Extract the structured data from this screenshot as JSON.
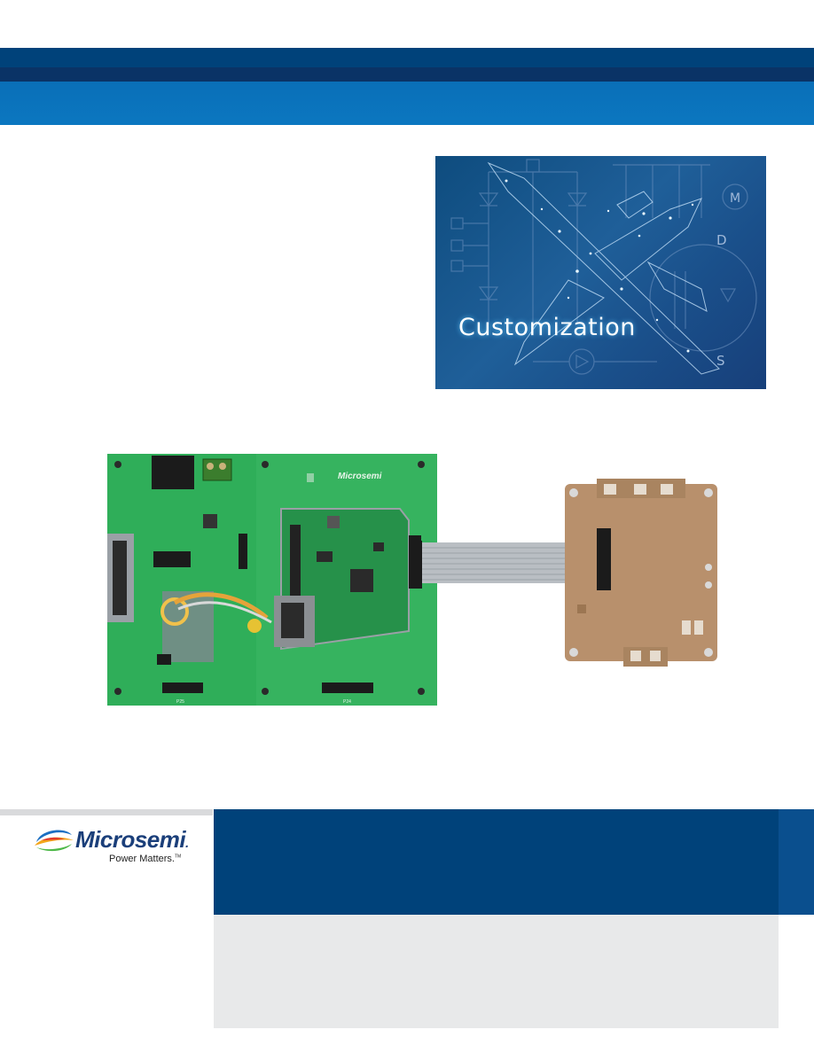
{
  "promo": {
    "caption": "Customization",
    "diagram_letters": {
      "motor": "M",
      "drain": "D",
      "source": "S"
    }
  },
  "board": {
    "brand_label": "Microsemi",
    "silkscreen": {
      "connector_left": "P25",
      "connector_right": "P24"
    }
  },
  "footer": {
    "brand": "Microsemi",
    "trademark": ".",
    "tagline": "Power Matters.",
    "tagline_tm": "TM"
  },
  "colors": {
    "header_dark": "#00427a",
    "header_line": "#0a3366",
    "header_main": "#0b77c0",
    "pcb_green": "#2fae59",
    "footer_blue": "#00427a",
    "footer_grey": "#e8e9ea",
    "module_copper": "#b8906c"
  }
}
